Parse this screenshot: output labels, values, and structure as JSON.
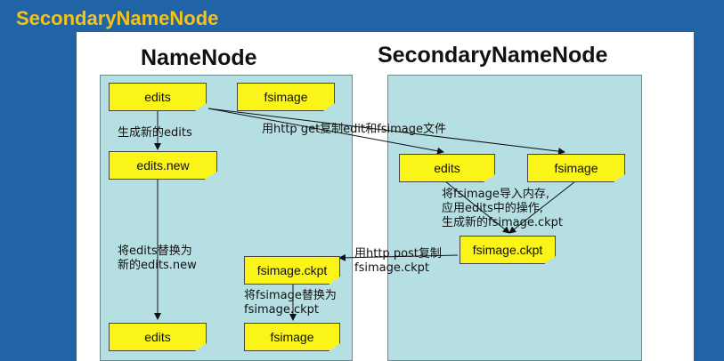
{
  "slide_title": "SecondaryNameNode",
  "namenode": {
    "title": "NameNode",
    "edits": "edits",
    "fsimage": "fsimage",
    "edits_new": "edits.new",
    "fsimage_ckpt": "fsimage.ckpt",
    "edits_bottom": "edits",
    "fsimage_bottom": "fsimage"
  },
  "secondary": {
    "title": "SecondaryNameNode",
    "edits": "edits",
    "fsimage": "fsimage",
    "fsimage_ckpt": "fsimage.ckpt"
  },
  "labels": {
    "gen_new_edits": "生成新的edits",
    "http_get": "用http get复制edit和fsimage文件",
    "load_line1": "将fsimage导入内存,",
    "load_line2": "应用edits中的操作,",
    "load_line3": "生成新的fsimage.ckpt",
    "http_post_line1": "用http post复制",
    "http_post_line2": "fsimage.ckpt",
    "replace_edits_line1": "将edits替换为",
    "replace_edits_line2": "新的edits.new",
    "replace_fsimage_line1": "将fsimage替换为",
    "replace_fsimage_line2": "fsimage.ckpt"
  }
}
